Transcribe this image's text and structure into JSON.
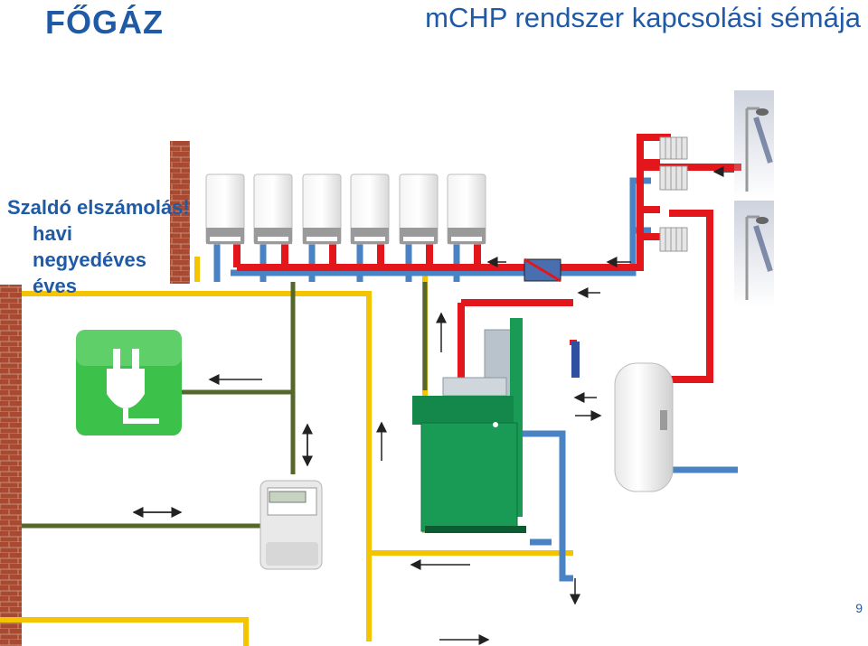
{
  "header": {
    "logo_text": "FŐGÁZ",
    "title": "mCHP rendszer kapcsolási sémája"
  },
  "billing": {
    "title": "Szaldó elszámolás!",
    "options": [
      "havi",
      "negyedéves",
      "éves"
    ]
  },
  "footer": {
    "page_number": "9"
  },
  "colors": {
    "brand_blue": "#1f5aa6",
    "hot_pipe": "#e3161b",
    "cold_pipe": "#4a83c4",
    "gas_pipe": "#f5c400",
    "power_line": "#55672a",
    "plug_green": "#3cc24a",
    "chp_unit": "#1a9b55"
  },
  "icons": [
    "plug-icon",
    "electric-meter-icon",
    "chp-unit-icon",
    "water-heater-icon",
    "shower-icon",
    "radiator-icon",
    "wall-boiler-icon",
    "brick-chimney-icon"
  ]
}
